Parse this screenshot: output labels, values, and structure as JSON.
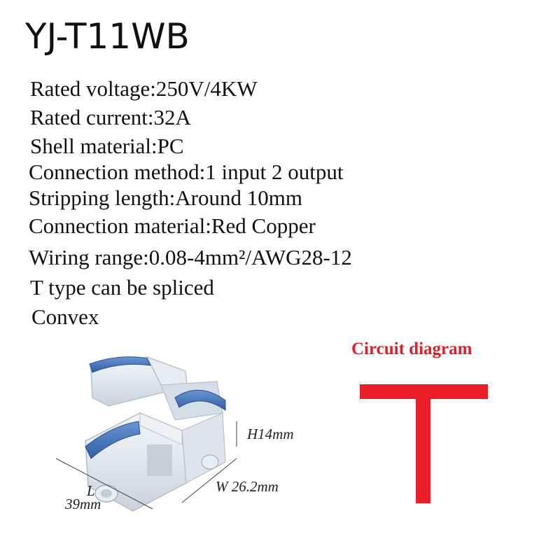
{
  "title": "YJ-T11WB",
  "specs": [
    "Rated voltage:250V/4KW",
    "Rated current:32A",
    "Shell material:PC",
    "Connection method:1 input 2 output",
    "Stripping length:Around 10mm",
    "Connection material:Red Copper",
    "Wiring range:0.08-4mm²/AWG28-12",
    "T type can be spliced",
    "Convex"
  ],
  "circuit": {
    "title": "Circuit diagram",
    "color": "#e91e29"
  },
  "dimensions": {
    "height": "H14mm",
    "width": "W 26.2mm",
    "length_label": "L",
    "length_value": "39mm"
  },
  "product": {
    "lever_color": "#3f6fb7",
    "body_color": "#dfe6ee"
  }
}
